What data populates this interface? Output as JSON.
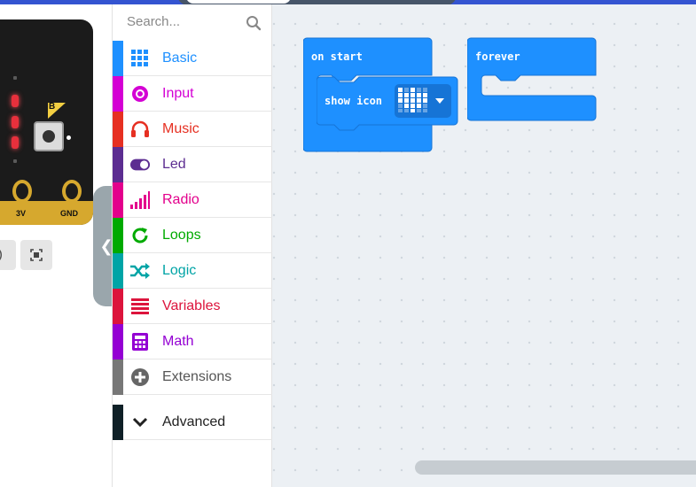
{
  "search": {
    "placeholder": "Search..."
  },
  "simulator": {
    "button_b": "B",
    "pins": [
      "3V",
      "GND"
    ]
  },
  "toolbox": {
    "categories": [
      {
        "label": "Basic",
        "color": "#1E90FF",
        "icon": "grid-icon"
      },
      {
        "label": "Input",
        "color": "#D400D4",
        "icon": "target-icon"
      },
      {
        "label": "Music",
        "color": "#E63022",
        "icon": "headphones-icon"
      },
      {
        "label": "Led",
        "color": "#5C2D91",
        "icon": "toggle-icon"
      },
      {
        "label": "Radio",
        "color": "#E3008C",
        "icon": "signal-icon"
      },
      {
        "label": "Loops",
        "color": "#00AA00",
        "icon": "refresh-icon"
      },
      {
        "label": "Logic",
        "color": "#00A4A6",
        "icon": "shuffle-icon"
      },
      {
        "label": "Variables",
        "color": "#DC143C",
        "icon": "list-icon"
      },
      {
        "label": "Math",
        "color": "#9400D3",
        "icon": "calculator-icon"
      },
      {
        "label": "Extensions",
        "color": "#555555",
        "icon": "plus-circle-icon"
      },
      {
        "label": "Advanced",
        "color": "#222222",
        "icon": "chevron-down-icon"
      }
    ]
  },
  "blocks": {
    "on_start": "on start",
    "show_icon": "show icon",
    "forever": "forever"
  },
  "colors": {
    "block_blue": "#1E90FF",
    "workspace": "#ECF0F4"
  }
}
